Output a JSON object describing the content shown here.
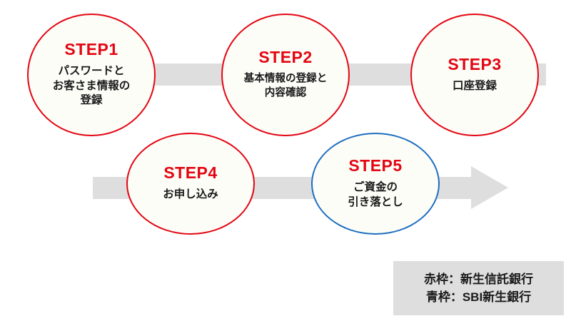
{
  "diagram": {
    "title_text": "",
    "colors": {
      "red": "#e30613",
      "blue": "#1f6fc0",
      "bar_gray": "#dedede",
      "circle_fill": "#fdfdf8",
      "text_black": "#1a1a1a"
    },
    "steps": [
      {
        "id": "step1",
        "label": "STEP1",
        "text": "パスワードと\nお客さま情報の\n登録",
        "border_color": "red"
      },
      {
        "id": "step2",
        "label": "STEP2",
        "text": "基本情報の登録と\n内容確認",
        "border_color": "red"
      },
      {
        "id": "step3",
        "label": "STEP3",
        "text": "口座登録",
        "border_color": "red"
      },
      {
        "id": "step4",
        "label": "STEP4",
        "text": "お申し込み",
        "border_color": "red"
      },
      {
        "id": "step5",
        "label": "STEP5",
        "text": "ご資金の\n引き落とし",
        "border_color": "blue"
      }
    ],
    "legend": {
      "line1": "赤枠：新生信託銀行",
      "line2": "青枠：SBI新生銀行"
    }
  }
}
